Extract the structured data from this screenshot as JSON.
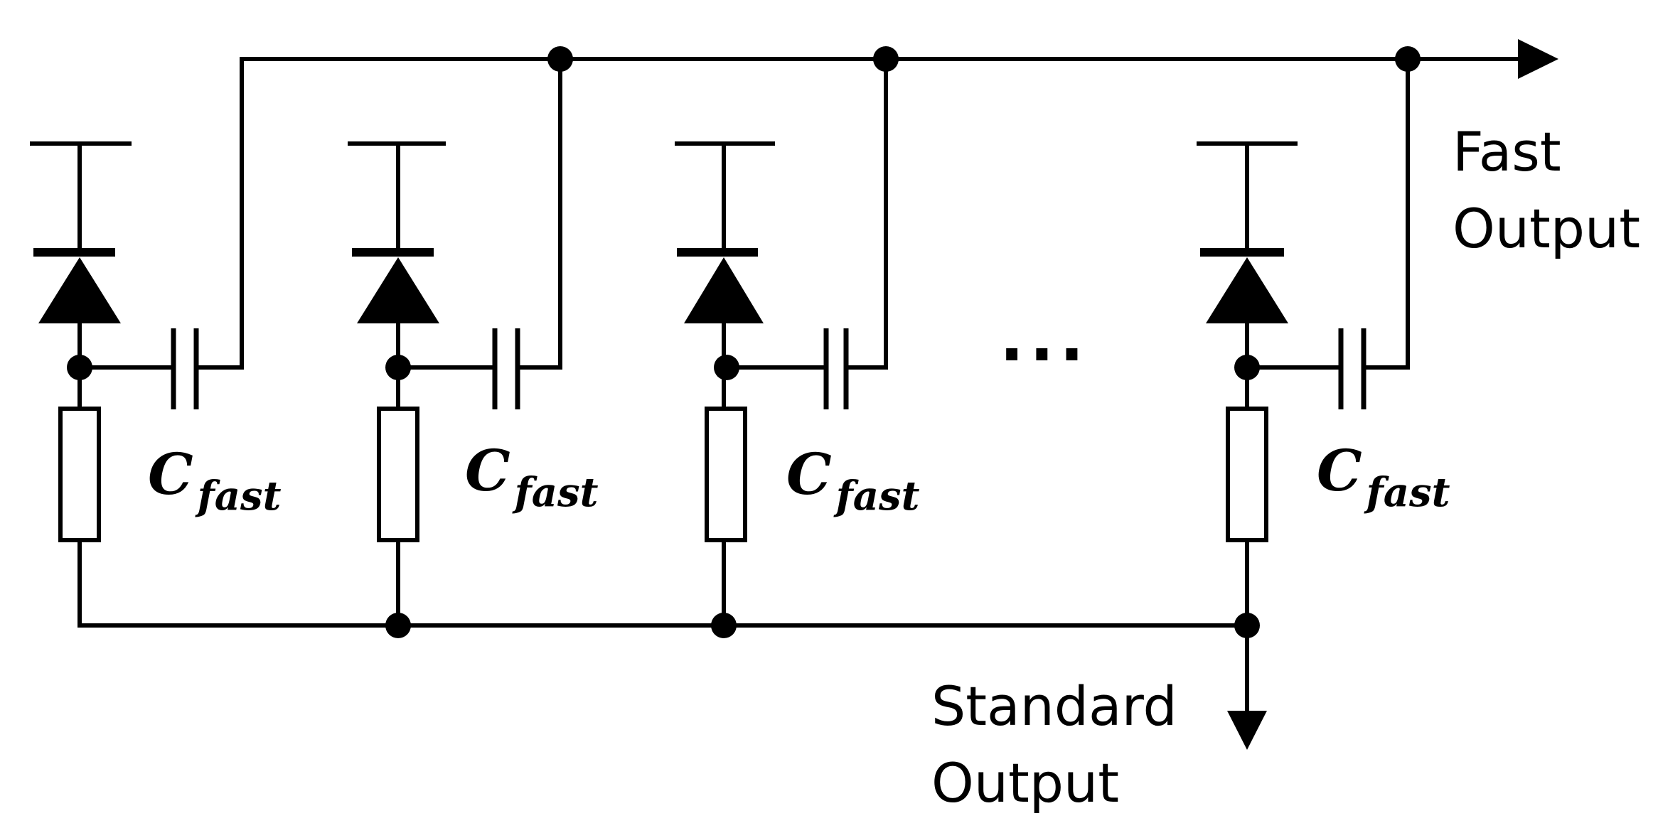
{
  "labels": {
    "fast_output_line1": "Fast",
    "fast_output_line2": "Output",
    "standard_output_line1": "Standard",
    "standard_output_line2": "Output",
    "ellipsis": "···"
  },
  "cells": [
    {
      "cap_main": "C",
      "cap_sub": "fast"
    },
    {
      "cap_main": "C",
      "cap_sub": "fast"
    },
    {
      "cap_main": "C",
      "cap_sub": "fast"
    },
    {
      "cap_main": "C",
      "cap_sub": "fast"
    }
  ]
}
